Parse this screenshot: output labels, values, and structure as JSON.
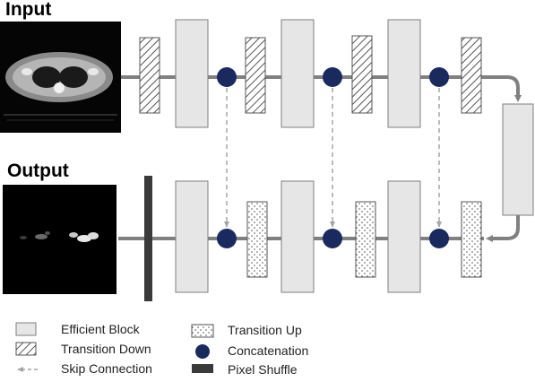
{
  "labels": {
    "input": "Input",
    "output": "Output"
  },
  "legend": {
    "efficient_block": "Efficient Block",
    "transition_down": "Transition Down",
    "skip_connection": "Skip Connection",
    "transition_up": "Transition Up",
    "concatenation": "Concatenation",
    "pixel_shuffle": "Pixel Shuffle"
  },
  "colors": {
    "block_fill": "#e6e6e6",
    "block_stroke": "#7f7f7f",
    "line": "#808080",
    "concat_fill": "#1b2a5e",
    "pixel_shuffle": "#3a3a3a",
    "skip": "#a6a6a6"
  }
}
